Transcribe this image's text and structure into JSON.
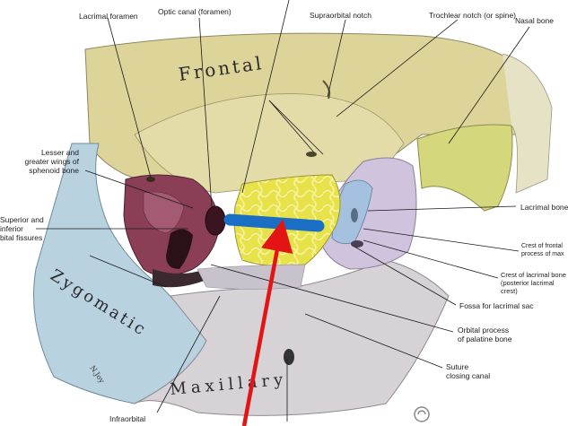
{
  "labels": {
    "lacrimal_foramen": "Lacrimal foramen",
    "optic_canal": "Optic canal (foramen)",
    "supraorbital_notch": "Supraorbital notch",
    "trochlear_notch": "Trochlear notch (or spine)",
    "nasal_bone": "Nasal bone",
    "lesser_greater_wings": "Lesser and\ngreater wings of\nsphenoid bone",
    "orbital_fissures": "Superior and\ninferior\nbital fissures",
    "lacrimal_bone": "Lacrimal bone",
    "crest_frontal": "Crest of frontal\nprocess of max",
    "crest_lacrimal": "Crest of lacrimal bone\n(posterior lacrimal crest)",
    "fossa_lacrimal": "Fossa for lacrimal sac",
    "orbital_process": "Orbital process\nof palatine bone",
    "suture": "Suture\nclosing canal",
    "infraorbital": "Infraorbital"
  },
  "bones": {
    "frontal": "Frontal",
    "zygomatic": "Zygomatic",
    "maxillary": "Maxillary"
  },
  "signature": "N.Joy",
  "colors": {
    "frontal": "#ddd49a",
    "ethmoid": "#e9e24c",
    "sphenoid": "#8a3f57",
    "zygomatic": "#b9d2e0",
    "maxilla": "#d6d2d6",
    "nasal": "#d4d77c",
    "marker_blue": "#1a6fc4",
    "arrow_red": "#e31414"
  }
}
